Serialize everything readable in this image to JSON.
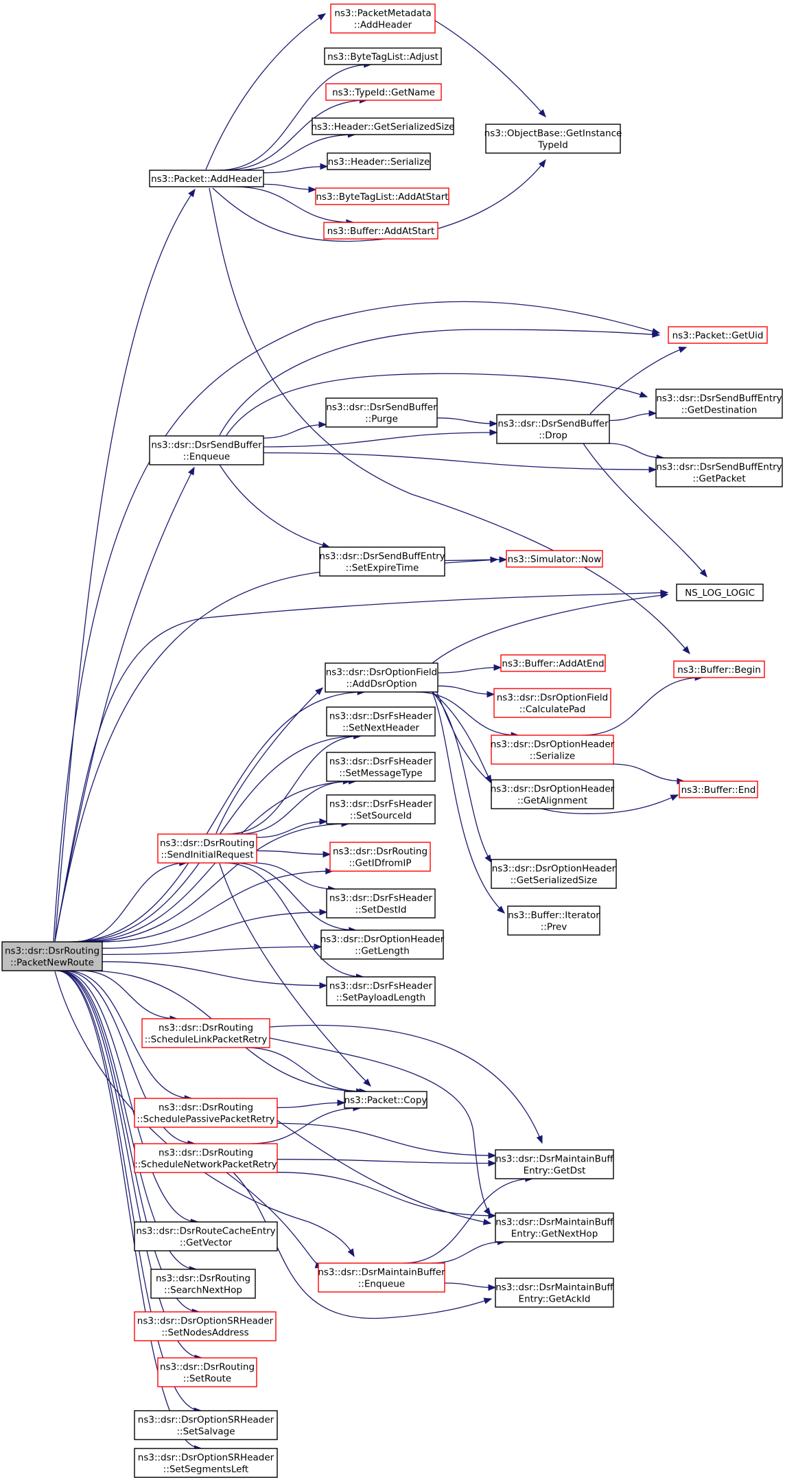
{
  "colors": {
    "edge": "#191970",
    "border_normal": "#000000",
    "border_truncated": "#ff0000",
    "fill_focus": "#bfbfbf",
    "fill_normal": "#ffffff"
  },
  "root_node": "n0",
  "nodes": [
    {
      "id": "n0",
      "lines": [
        "ns3::dsr::DsrRouting",
        "::PacketNewRoute"
      ],
      "style": "focus"
    },
    {
      "id": "n1",
      "lines": [
        "ns3::Packet::AddHeader"
      ],
      "style": "normal"
    },
    {
      "id": "n2",
      "lines": [
        "ns3::PacketMetadata",
        "::AddHeader"
      ],
      "style": "truncated"
    },
    {
      "id": "n3",
      "lines": [
        "ns3::ByteTagList::Adjust"
      ],
      "style": "normal"
    },
    {
      "id": "n4",
      "lines": [
        "ns3::TypeId::GetName"
      ],
      "style": "truncated"
    },
    {
      "id": "n5",
      "lines": [
        "ns3::Header::GetSerializedSize"
      ],
      "style": "normal"
    },
    {
      "id": "n6",
      "lines": [
        "ns3::Header::Serialize"
      ],
      "style": "normal"
    },
    {
      "id": "n7",
      "lines": [
        "ns3::ByteTagList::AddAtStart"
      ],
      "style": "truncated"
    },
    {
      "id": "n8",
      "lines": [
        "ns3::Buffer::AddAtStart"
      ],
      "style": "truncated"
    },
    {
      "id": "n9",
      "lines": [
        "ns3::ObjectBase::GetInstance",
        "TypeId"
      ],
      "style": "normal"
    },
    {
      "id": "n10",
      "lines": [
        "ns3::Packet::GetUid"
      ],
      "style": "truncated"
    },
    {
      "id": "n11",
      "lines": [
        "ns3::dsr::DsrSendBuffer",
        "::Enqueue"
      ],
      "style": "normal"
    },
    {
      "id": "n12",
      "lines": [
        "ns3::dsr::DsrSendBuffer",
        "::Purge"
      ],
      "style": "normal"
    },
    {
      "id": "n13",
      "lines": [
        "ns3::dsr::DsrSendBuffer",
        "::Drop"
      ],
      "style": "normal"
    },
    {
      "id": "n14",
      "lines": [
        "ns3::dsr::DsrSendBuffEntry",
        "::GetDestination"
      ],
      "style": "normal"
    },
    {
      "id": "n15",
      "lines": [
        "ns3::dsr::DsrSendBuffEntry",
        "::GetPacket"
      ],
      "style": "normal"
    },
    {
      "id": "n16",
      "lines": [
        "ns3::dsr::DsrSendBuffEntry",
        "::SetExpireTime"
      ],
      "style": "normal"
    },
    {
      "id": "n17",
      "lines": [
        "ns3::Simulator::Now"
      ],
      "style": "truncated"
    },
    {
      "id": "n18",
      "lines": [
        "NS_LOG_LOGIC"
      ],
      "style": "normal"
    },
    {
      "id": "n19",
      "lines": [
        "ns3::dsr::DsrOptionField",
        "::AddDsrOption"
      ],
      "style": "normal"
    },
    {
      "id": "n20",
      "lines": [
        "ns3::Buffer::AddAtEnd"
      ],
      "style": "truncated"
    },
    {
      "id": "n21",
      "lines": [
        "ns3::Buffer::Begin"
      ],
      "style": "truncated"
    },
    {
      "id": "n22",
      "lines": [
        "ns3::dsr::DsrOptionField",
        "::CalculatePad"
      ],
      "style": "truncated"
    },
    {
      "id": "n23",
      "lines": [
        "ns3::dsr::DsrOptionHeader",
        "::Serialize"
      ],
      "style": "truncated"
    },
    {
      "id": "n24",
      "lines": [
        "ns3::Buffer::End"
      ],
      "style": "truncated"
    },
    {
      "id": "n25",
      "lines": [
        "ns3::dsr::DsrOptionHeader",
        "::GetAlignment"
      ],
      "style": "normal"
    },
    {
      "id": "n26",
      "lines": [
        "ns3::dsr::DsrOptionHeader",
        "::GetSerializedSize"
      ],
      "style": "normal"
    },
    {
      "id": "n27",
      "lines": [
        "ns3::Buffer::Iterator",
        "::Prev"
      ],
      "style": "normal"
    },
    {
      "id": "n28",
      "lines": [
        "ns3::dsr::DsrFsHeader",
        "::SetNextHeader"
      ],
      "style": "normal"
    },
    {
      "id": "n29",
      "lines": [
        "ns3::dsr::DsrFsHeader",
        "::SetMessageType"
      ],
      "style": "normal"
    },
    {
      "id": "n30",
      "lines": [
        "ns3::dsr::DsrFsHeader",
        "::SetSourceId"
      ],
      "style": "normal"
    },
    {
      "id": "n31",
      "lines": [
        "ns3::dsr::DsrRouting",
        "::SendInitialRequest"
      ],
      "style": "truncated"
    },
    {
      "id": "n32",
      "lines": [
        "ns3::dsr::DsrRouting",
        "::GetIDfromIP"
      ],
      "style": "truncated"
    },
    {
      "id": "n33",
      "lines": [
        "ns3::dsr::DsrFsHeader",
        "::SetDestId"
      ],
      "style": "normal"
    },
    {
      "id": "n34",
      "lines": [
        "ns3::dsr::DsrOptionHeader",
        "::GetLength"
      ],
      "style": "normal"
    },
    {
      "id": "n35",
      "lines": [
        "ns3::dsr::DsrFsHeader",
        "::SetPayloadLength"
      ],
      "style": "normal"
    },
    {
      "id": "n36",
      "lines": [
        "ns3::dsr::DsrRouting",
        "::ScheduleLinkPacketRetry"
      ],
      "style": "truncated"
    },
    {
      "id": "n37",
      "lines": [
        "ns3::Packet::Copy"
      ],
      "style": "normal"
    },
    {
      "id": "n38",
      "lines": [
        "ns3::dsr::DsrRouting",
        "::SchedulePassivePacketRetry"
      ],
      "style": "truncated"
    },
    {
      "id": "n39",
      "lines": [
        "ns3::dsr::DsrRouting",
        "::ScheduleNetworkPacketRetry"
      ],
      "style": "truncated"
    },
    {
      "id": "n40",
      "lines": [
        "ns3::dsr::DsrMaintainBuff",
        "Entry::GetDst"
      ],
      "style": "normal"
    },
    {
      "id": "n41",
      "lines": [
        "ns3::dsr::DsrMaintainBuff",
        "Entry::GetNextHop"
      ],
      "style": "normal"
    },
    {
      "id": "n42",
      "lines": [
        "ns3::dsr::DsrRouteCacheEntry",
        "::GetVector"
      ],
      "style": "normal"
    },
    {
      "id": "n43",
      "lines": [
        "ns3::dsr::DsrMaintainBuffer",
        "::Enqueue"
      ],
      "style": "truncated"
    },
    {
      "id": "n44",
      "lines": [
        "ns3::dsr::DsrMaintainBuff",
        "Entry::GetAckId"
      ],
      "style": "normal"
    },
    {
      "id": "n45",
      "lines": [
        "ns3::dsr::DsrRouting",
        "::SearchNextHop"
      ],
      "style": "normal"
    },
    {
      "id": "n46",
      "lines": [
        "ns3::dsr::DsrOptionSRHeader",
        "::SetNodesAddress"
      ],
      "style": "truncated"
    },
    {
      "id": "n47",
      "lines": [
        "ns3::dsr::DsrRouting",
        "::SetRoute"
      ],
      "style": "truncated"
    },
    {
      "id": "n48",
      "lines": [
        "ns3::dsr::DsrOptionSRHeader",
        "::SetSalvage"
      ],
      "style": "normal"
    },
    {
      "id": "n49",
      "lines": [
        "ns3::dsr::DsrOptionSRHeader",
        "::SetSegmentsLeft"
      ],
      "style": "normal"
    }
  ],
  "edges": [
    [
      "n0",
      "n1"
    ],
    [
      "n0",
      "n10"
    ],
    [
      "n0",
      "n11"
    ],
    [
      "n0",
      "n17"
    ],
    [
      "n0",
      "n18"
    ],
    [
      "n0",
      "n19"
    ],
    [
      "n0",
      "n28"
    ],
    [
      "n0",
      "n29"
    ],
    [
      "n0",
      "n30"
    ],
    [
      "n0",
      "n31"
    ],
    [
      "n0",
      "n32"
    ],
    [
      "n0",
      "n33"
    ],
    [
      "n0",
      "n34"
    ],
    [
      "n0",
      "n35"
    ],
    [
      "n0",
      "n36"
    ],
    [
      "n0",
      "n37"
    ],
    [
      "n0",
      "n38"
    ],
    [
      "n0",
      "n39"
    ],
    [
      "n0",
      "n42"
    ],
    [
      "n0",
      "n43"
    ],
    [
      "n0",
      "n45"
    ],
    [
      "n0",
      "n46"
    ],
    [
      "n0",
      "n47"
    ],
    [
      "n0",
      "n48"
    ],
    [
      "n0",
      "n49"
    ],
    [
      "n1",
      "n2"
    ],
    [
      "n1",
      "n3"
    ],
    [
      "n1",
      "n4"
    ],
    [
      "n1",
      "n5"
    ],
    [
      "n1",
      "n6"
    ],
    [
      "n1",
      "n7"
    ],
    [
      "n1",
      "n8"
    ],
    [
      "n1",
      "n9"
    ],
    [
      "n1",
      "n21"
    ],
    [
      "n2",
      "n9"
    ],
    [
      "n11",
      "n10"
    ],
    [
      "n11",
      "n12"
    ],
    [
      "n11",
      "n13"
    ],
    [
      "n11",
      "n14"
    ],
    [
      "n11",
      "n15"
    ],
    [
      "n11",
      "n16"
    ],
    [
      "n12",
      "n13"
    ],
    [
      "n13",
      "n10"
    ],
    [
      "n13",
      "n14"
    ],
    [
      "n13",
      "n15"
    ],
    [
      "n13",
      "n18"
    ],
    [
      "n16",
      "n17"
    ],
    [
      "n19",
      "n18"
    ],
    [
      "n19",
      "n20"
    ],
    [
      "n19",
      "n22"
    ],
    [
      "n19",
      "n23"
    ],
    [
      "n19",
      "n24"
    ],
    [
      "n19",
      "n25"
    ],
    [
      "n19",
      "n26"
    ],
    [
      "n19",
      "n27"
    ],
    [
      "n23",
      "n21"
    ],
    [
      "n23",
      "n24"
    ],
    [
      "n31",
      "n19"
    ],
    [
      "n31",
      "n28"
    ],
    [
      "n31",
      "n29"
    ],
    [
      "n31",
      "n30"
    ],
    [
      "n31",
      "n32"
    ],
    [
      "n31",
      "n33"
    ],
    [
      "n31",
      "n34"
    ],
    [
      "n31",
      "n35"
    ],
    [
      "n31",
      "n37"
    ],
    [
      "n36",
      "n37"
    ],
    [
      "n36",
      "n40"
    ],
    [
      "n36",
      "n41"
    ],
    [
      "n38",
      "n37"
    ],
    [
      "n38",
      "n40"
    ],
    [
      "n38",
      "n41"
    ],
    [
      "n39",
      "n37"
    ],
    [
      "n39",
      "n40"
    ],
    [
      "n39",
      "n41"
    ],
    [
      "n39",
      "n43"
    ],
    [
      "n39",
      "n44"
    ],
    [
      "n43",
      "n40"
    ],
    [
      "n43",
      "n41"
    ],
    [
      "n43",
      "n44"
    ]
  ]
}
